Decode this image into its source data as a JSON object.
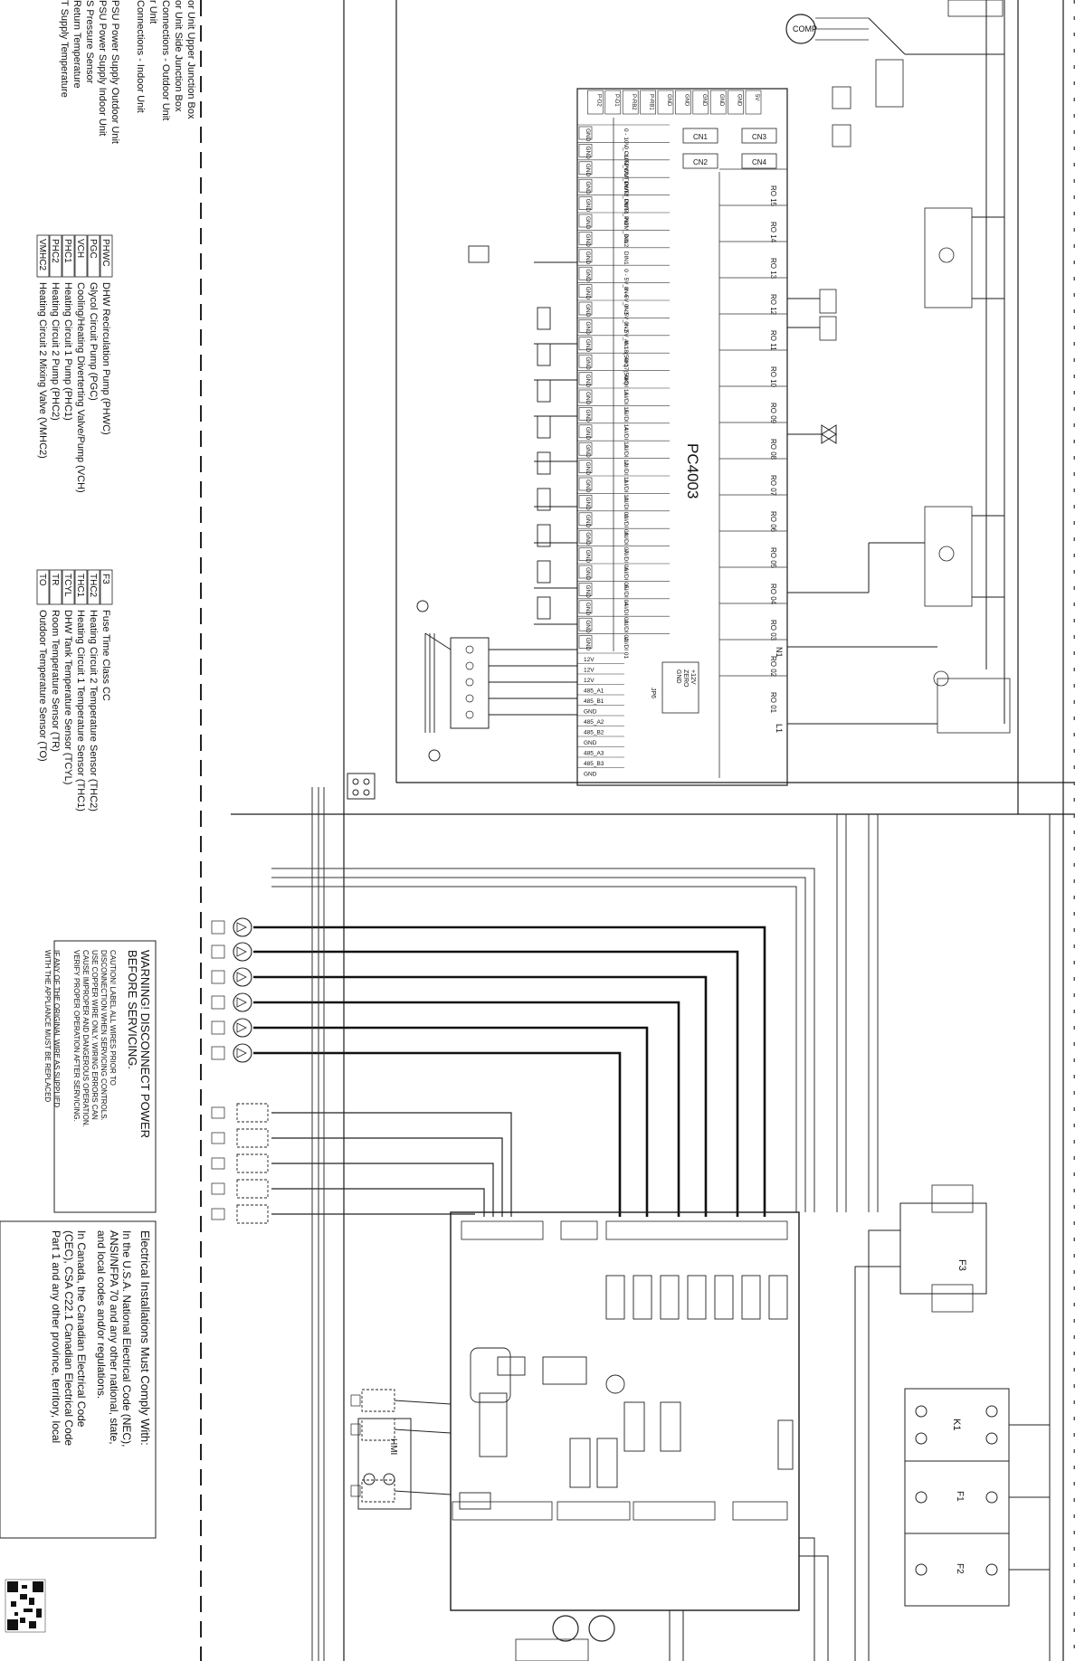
{
  "legend_left": [
    "or Unit Upper Junction Box",
    "or Unit Side Junction Box",
    "Connections - Outdoor Unit",
    "r Unit",
    "Connections - Indoor Unit",
    "PSU  Power Supply Outdoor Unit",
    "PSU  Power Supply Indoor Unit",
    "S  Pressure Sensor",
    "Return Temperature",
    "T  Supply Temperature"
  ],
  "legend_pumps": [
    {
      "code": "PHWC",
      "desc": "DHW Recirculation Pump (PHWC)"
    },
    {
      "code": "PGC",
      "desc": "Glycol Circuit Pump (PGC)"
    },
    {
      "code": "VCH",
      "desc": "Cooling/Heating Diverterting Valve/Pump (VCH)"
    },
    {
      "code": "PHC1",
      "desc": "Heating Circuit 1 Pump (PHC1)"
    },
    {
      "code": "PHC2",
      "desc": "Heating Circuit 2 Pump (PHC2)"
    },
    {
      "code": "VMHC2",
      "desc": "Heating Circuit 2 Mixing Valve (VMHC2)"
    }
  ],
  "legend_sensors": [
    {
      "code": "F3",
      "desc": "Fuse Time Class CC"
    },
    {
      "code": "THC2",
      "desc": "Heating Circuit 2 Temperature Sensor (THC2)"
    },
    {
      "code": "THC1",
      "desc": "Heating Circuit 1 Temperature Sensor (THC1)"
    },
    {
      "code": "TCYL",
      "desc": "DHW Tank Temperature Sensor (TCYL)"
    },
    {
      "code": "TR",
      "desc": "Room Temperature Sensor (TR)"
    },
    {
      "code": "TO",
      "desc": "Outdoor Temperature Sensor (TO)"
    }
  ],
  "warning": {
    "title1": "WARNING! DISCONNECT POWER",
    "title2": "BEFORE SERVICING.",
    "lines": [
      "CAUTION! LABEL ALL WIRES PRIOR TO",
      "DISCONNECTION WHEN SERVICING CONTROLS.",
      "USE COPPER WIRE ONLY. WIRING ERRORS CAN",
      "CAUSE IMPROPER AND DANGEROUS OPERATION.",
      "VERIFY PROPER OPERATION AFTER SERVICING."
    ],
    "orig1": "IF ANY OF THE ORIGINAL WIRE AS SUPPLIED",
    "orig2": "WITH THE APPLIANCE MUST BE REPLACED"
  },
  "electrical": {
    "title": "Electrical Installations Must Comply With:",
    "usa": [
      "In the U.S.A. National Electrical Code (NEC),",
      "ANSI/NFPA 70 and any other national, state,",
      "and local codes and/or regulations."
    ],
    "canada": [
      "In Canada, the Canadian Electrical Code",
      "(CEC), CSA C22.1 Canadian Electrical Code",
      "Part 1 and any other province, territory, local"
    ]
  },
  "board": {
    "name": "PC4003",
    "ro_labels": [
      "RO 15",
      "RO 14",
      "RO 13",
      "RO 12",
      "RO 11",
      "RO 10",
      "RO 09",
      "RO 08",
      "RO 07",
      "RO 06",
      "RO 05",
      "RO 04",
      "RO 03",
      "RO 02",
      "RO 01"
    ],
    "pins": [
      "0 - 10V_OUT2",
      "0 - 10V_OUT1",
      "PWM_OUT2",
      "PWM_OUT1",
      "PWM_IN2",
      "PWM_IN1",
      "DIN2",
      "DIN1",
      "0 - 5V_IN4",
      "0 - 5V_IN3",
      "0 - 5V_IN2",
      "0 - 5V_IN1",
      "AI 18(50K)",
      "AI 17(50K)",
      "AI/DI 16",
      "AI/DI 15",
      "AI/DI 14",
      "AI/DI 13",
      "AI/DI 12",
      "AI/DI 11",
      "AI/DI 10",
      "AI/DI 09",
      "AI/DI 08",
      "AI/DI 07",
      "AI/DI 06",
      "AI/DI 05",
      "AI/DI 04",
      "AI/DI 03",
      "AI/DI 02",
      "AI/DI 01"
    ],
    "power_pins": [
      "12V",
      "12V",
      "12V",
      "485_A1",
      "485_B1",
      "GND",
      "485_A2",
      "485_B2",
      "GND",
      "485_A3",
      "485_B3",
      "GND"
    ],
    "cn_labels": [
      "CN1",
      "CN3",
      "CN2",
      "CN4"
    ],
    "top_pins": [
      "5V",
      "GND",
      "GND",
      "GND",
      "GND",
      "GND",
      "P-RB1",
      "P-RB2",
      "P-D1",
      "P-D2"
    ]
  },
  "labels": {
    "comp": "COMP",
    "hmi": "HMI",
    "f1": "F1",
    "f2": "F2",
    "f3": "F3",
    "k1": "K1",
    "l1": "L1",
    "n1": "N1",
    "jp6": "JP6",
    "gnd": "GND",
    "zero": "ZERO",
    "v12": "+12V"
  },
  "colors": {
    "line": "#1a1a1a",
    "thin": "#333333",
    "bg": "#ffffff"
  }
}
